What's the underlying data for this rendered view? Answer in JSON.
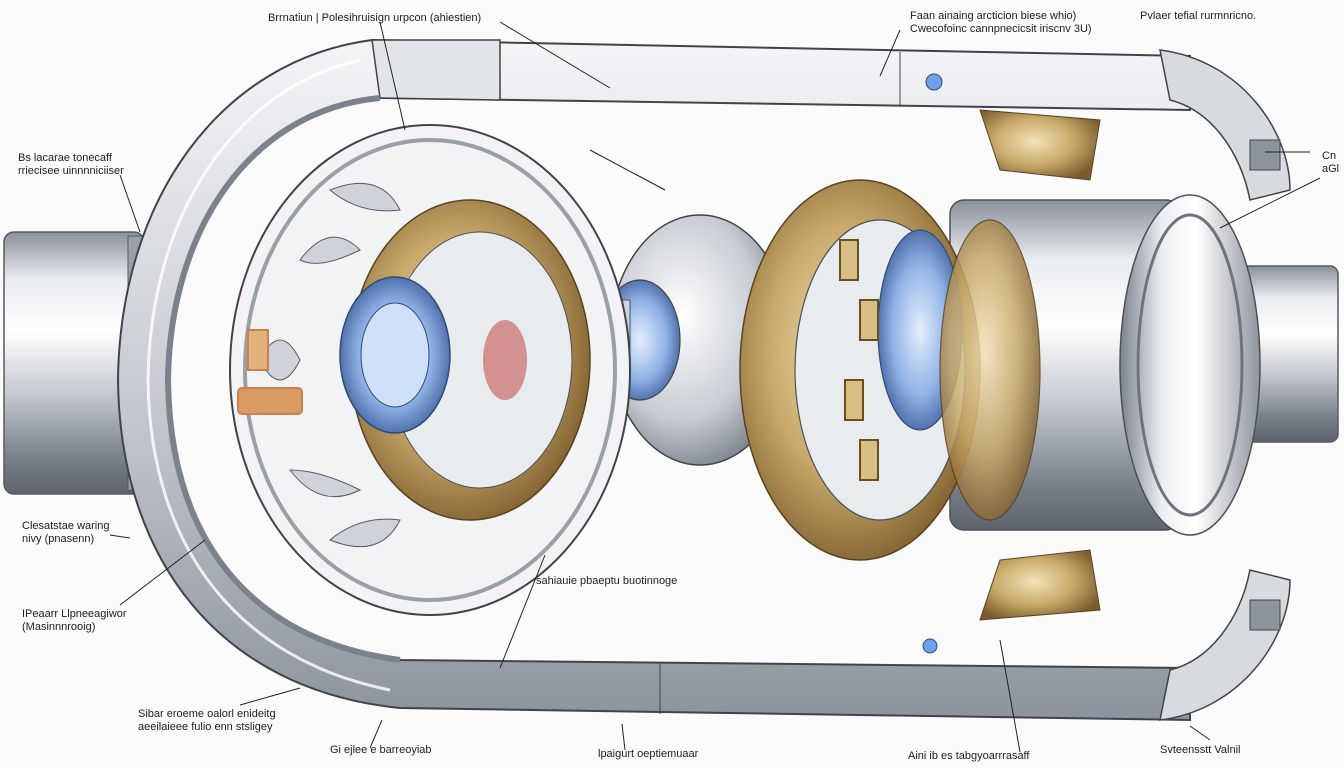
{
  "colors": {
    "background": "#fbfbfc",
    "steel_light": "#eef0f3",
    "steel_mid": "#b9bec6",
    "steel_dark": "#6b717b",
    "brass": "#c8a96a",
    "brass_dark": "#8a6a35",
    "glass_blue": "#8fb2e6",
    "copper": "#c9824f",
    "ink": "#1d1d1f"
  },
  "labels": {
    "top_left": {
      "line1": "Brrnatiun | Polesihruisign urpcon (ahiestien)"
    },
    "top_center": {
      "line1": "Faan ainaing arcticion biese whio)",
      "line2": "Cwecofoinc cannpnecicsit iriscnv 3U)"
    },
    "top_right": {
      "line1": "Pvlaer tefial rurmnricno."
    },
    "far_right": {
      "line1": "Cn",
      "line2": "aGl"
    },
    "left_upper": {
      "line1": "Bs lacarae tonecaff",
      "line2": "rriecisee uinnnniciiser"
    },
    "left_middle": {
      "line1": "Clesatstae waring",
      "line2": "nivy (pnasenn)"
    },
    "left_lower": {
      "line1": "IPeaarr Llpneeagiwor",
      "line2": "(Masinnnrooig)"
    },
    "bottom_left_a": {
      "line1": "Sibar eroeme oalorl enideitg",
      "line2": "aeeilaieee fulio enn stsligey"
    },
    "bottom_left_b": {
      "line1": "Gi ejlee e barreoyiab"
    },
    "center_lower": {
      "line1": "sahiauie pbaeptu buotinnoge"
    },
    "bottom_center": {
      "line1": "lpaigurt oeptiemuaar"
    },
    "bottom_right_a": {
      "line1": "Aini ib es tabgyoarrrasaff"
    },
    "bottom_right_b": {
      "line1": "Svteensstt Valnil"
    }
  },
  "icons": [
    "bolt-icon",
    "gear-icon",
    "bearing-icon",
    "lens-icon"
  ]
}
